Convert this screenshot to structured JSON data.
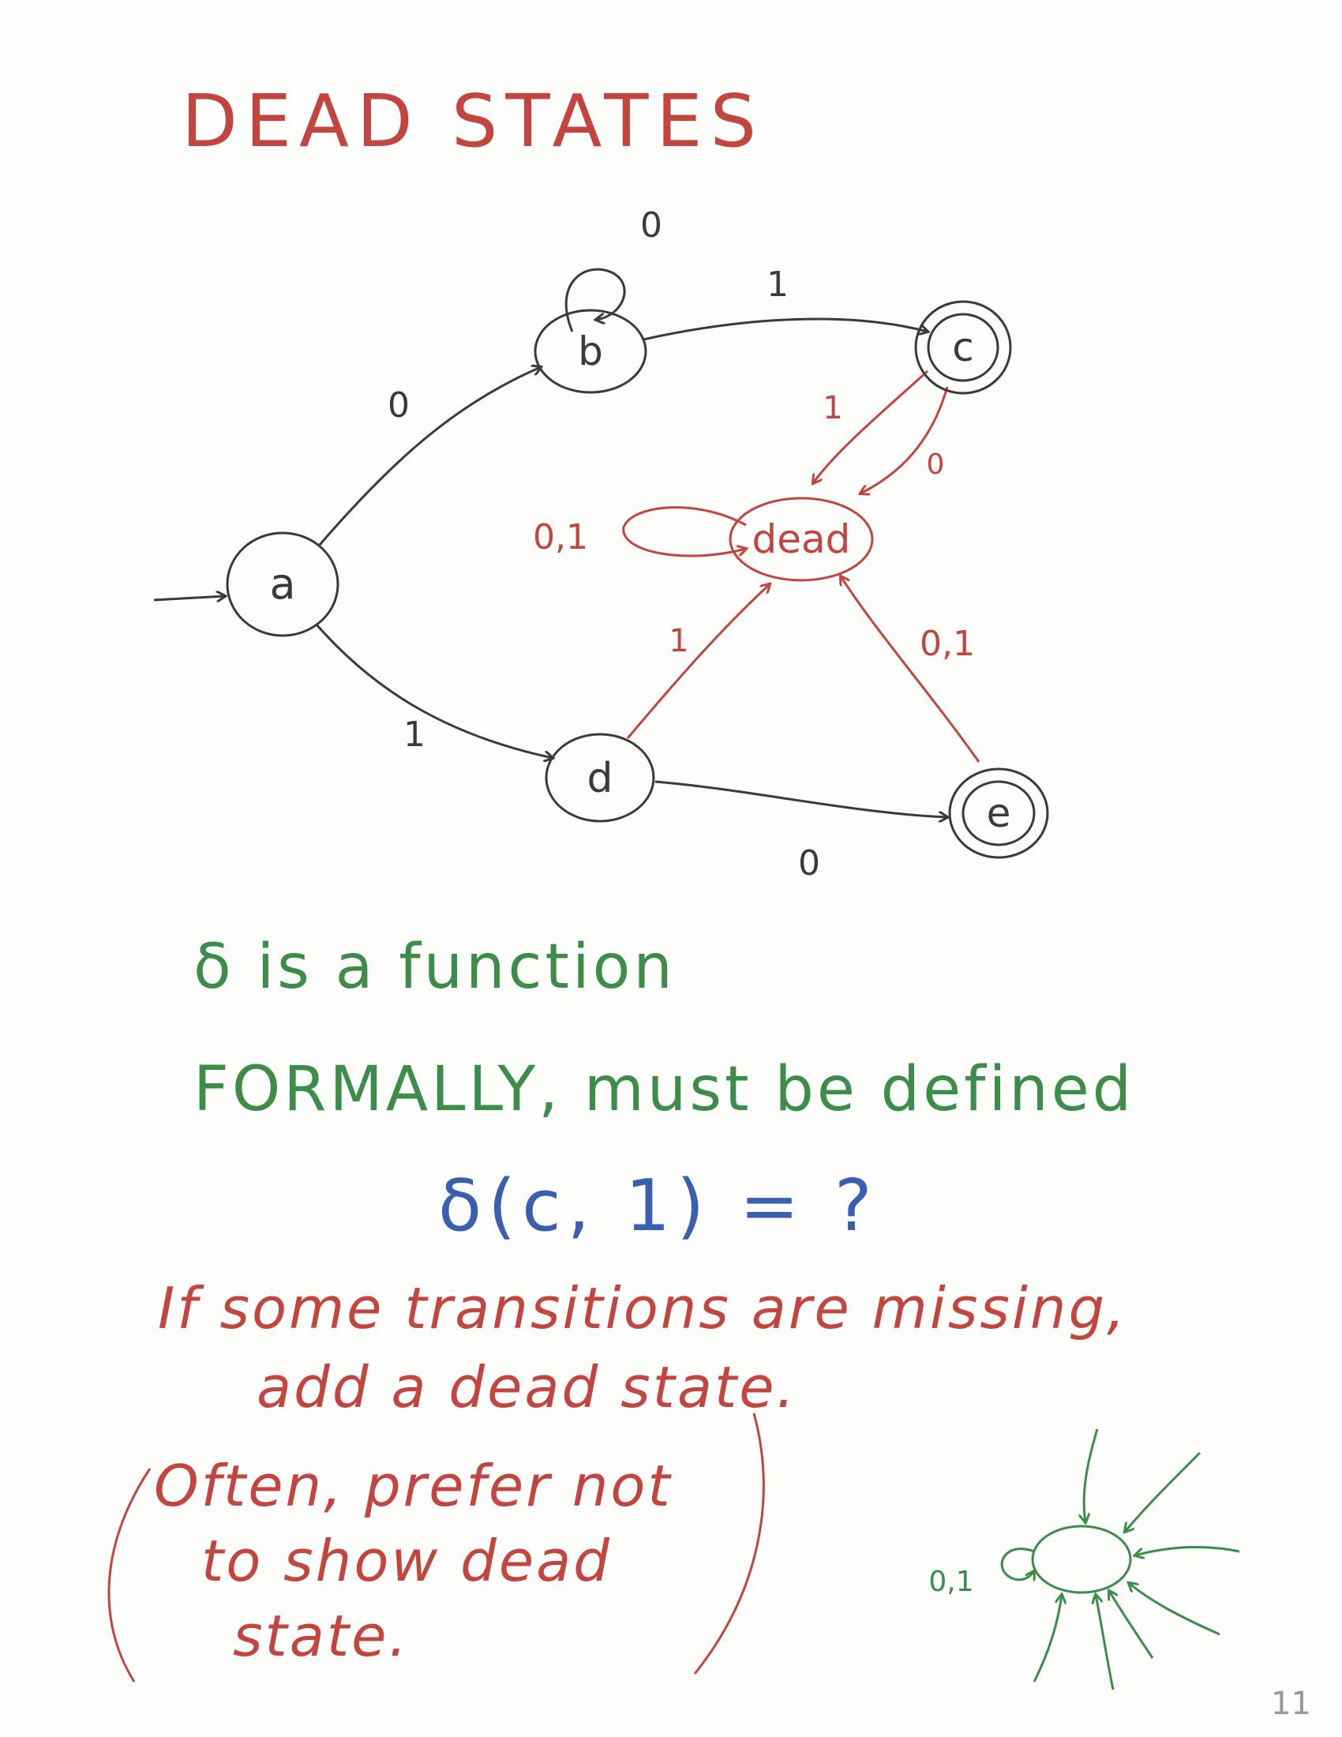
{
  "title": "DEAD   STATES",
  "diagram": {
    "states": [
      {
        "id": "a",
        "label": "a"
      },
      {
        "id": "b",
        "label": "b"
      },
      {
        "id": "c",
        "label": "c"
      },
      {
        "id": "d",
        "label": "d"
      },
      {
        "id": "e",
        "label": "e"
      },
      {
        "id": "dead",
        "label": "dead"
      }
    ],
    "edge_labels": {
      "a_b": "0",
      "a_d": "1",
      "b_b": "0",
      "b_c": "1",
      "d_e": "0",
      "c_dead_1": "1",
      "c_dead_0": "0",
      "dead_dead": "0,1",
      "d_dead": "1",
      "e_dead": "0,1"
    },
    "mini_loop_label": "0,1"
  },
  "notes": {
    "line1": "δ is a function",
    "line2": "FORMALLY,  must  be  defined",
    "equation": "δ(c, 1) = ?",
    "line3": "If some transitions are missing,",
    "line4": "add a dead state.",
    "paren1": "Often, prefer not",
    "paren2": "to show dead",
    "paren3": "state."
  },
  "page_number": "11",
  "colors": {
    "red": "#c2453f",
    "green": "#3c8c4a",
    "blue": "#3a5fb0",
    "dark": "#3a3a3a"
  }
}
